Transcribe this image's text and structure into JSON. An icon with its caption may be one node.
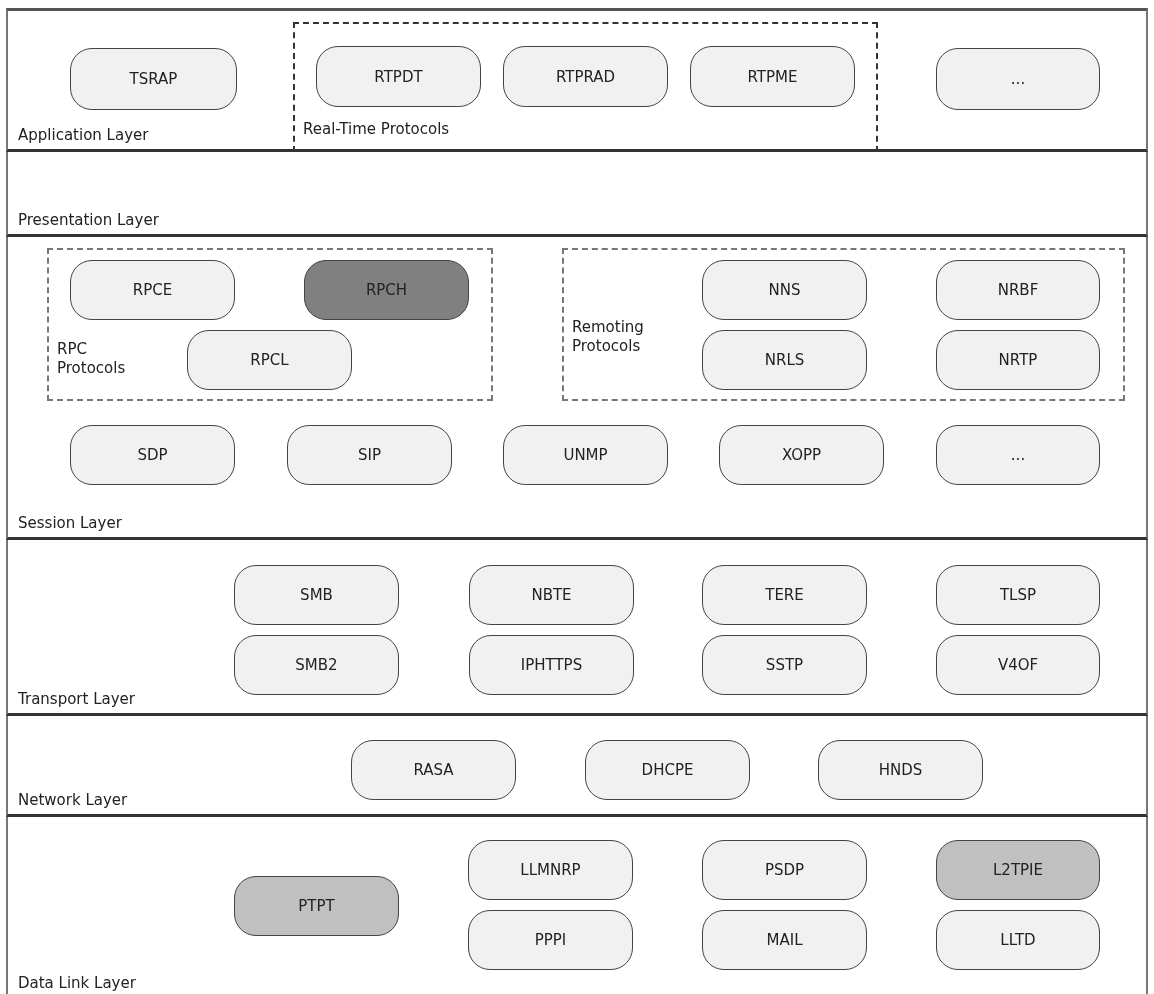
{
  "diagram": {
    "nodes": [
      {
        "text": [
          "Application Layer"
        ]
      },
      {
        "text": [
          "TSRAP"
        ],
        "in": 0
      },
      {
        "text": [
          "Real-Time Protocols"
        ],
        "in": 0
      },
      {
        "text": [
          "RTPDT"
        ],
        "in": 2
      },
      {
        "text": [
          "RTPRAD"
        ],
        "in": 2
      },
      {
        "text": [
          "RTPME"
        ],
        "in": 2
      },
      {
        "text": [
          "..."
        ],
        "in": 0
      },
      {
        "text": [
          "Presentation Layer"
        ]
      },
      {
        "text": [
          "Session Layer"
        ]
      },
      {
        "text": [
          "RPC Protocols"
        ],
        "in": 8
      },
      {
        "text": [
          "RPCE"
        ],
        "in": 9
      },
      {
        "text": [
          "RPCH"
        ],
        "in": 9
      },
      {
        "text": [
          "RPCL"
        ],
        "in": 9
      },
      {
        "text": [
          "Remoting Protocols"
        ],
        "in": 8
      },
      {
        "text": [
          "NNS"
        ],
        "in": 13
      },
      {
        "text": [
          "NRBF"
        ],
        "in": 13
      },
      {
        "text": [
          "NRLS"
        ],
        "in": 13
      },
      {
        "text": [
          "NRTP"
        ],
        "in": 13
      },
      {
        "text": [
          "SDP"
        ],
        "in": 8
      },
      {
        "text": [
          "SIP"
        ],
        "in": 8
      },
      {
        "text": [
          "UNMP"
        ],
        "in": 8
      },
      {
        "text": [
          "XOPP"
        ],
        "in": 8
      },
      {
        "text": [
          "..."
        ],
        "in": 8
      },
      {
        "text": [
          "Transport Layer"
        ]
      },
      {
        "text": [
          "SMB"
        ],
        "in": 23
      },
      {
        "text": [
          "NBTE"
        ],
        "in": 23
      },
      {
        "text": [
          "TERE"
        ],
        "in": 23
      },
      {
        "text": [
          "TLSP"
        ],
        "in": 23
      },
      {
        "text": [
          "SMB2"
        ],
        "in": 23
      },
      {
        "text": [
          "IPHTTPS"
        ],
        "in": 23
      },
      {
        "text": [
          "SSTP"
        ],
        "in": 23
      },
      {
        "text": [
          "V4OF"
        ],
        "in": 23
      },
      {
        "text": [
          "Network Layer"
        ]
      },
      {
        "text": [
          "RASA"
        ],
        "in": 32
      },
      {
        "text": [
          "DHCPE"
        ],
        "in": 32
      },
      {
        "text": [
          "HNDS"
        ],
        "in": 32
      },
      {
        "text": [
          "Data Link Layer"
        ]
      },
      {
        "text": [
          "PTPT"
        ],
        "in": 36
      },
      {
        "text": [
          "LLMNRP"
        ],
        "in": 36
      },
      {
        "text": [
          "PSDP"
        ],
        "in": 36
      },
      {
        "text": [
          "L2TPIE"
        ],
        "in": 36
      },
      {
        "text": [
          "PPPI"
        ],
        "in": 36
      },
      {
        "text": [
          "MAIL"
        ],
        "in": 36
      },
      {
        "text": [
          "LLTD"
        ],
        "in": 36
      }
    ]
  }
}
